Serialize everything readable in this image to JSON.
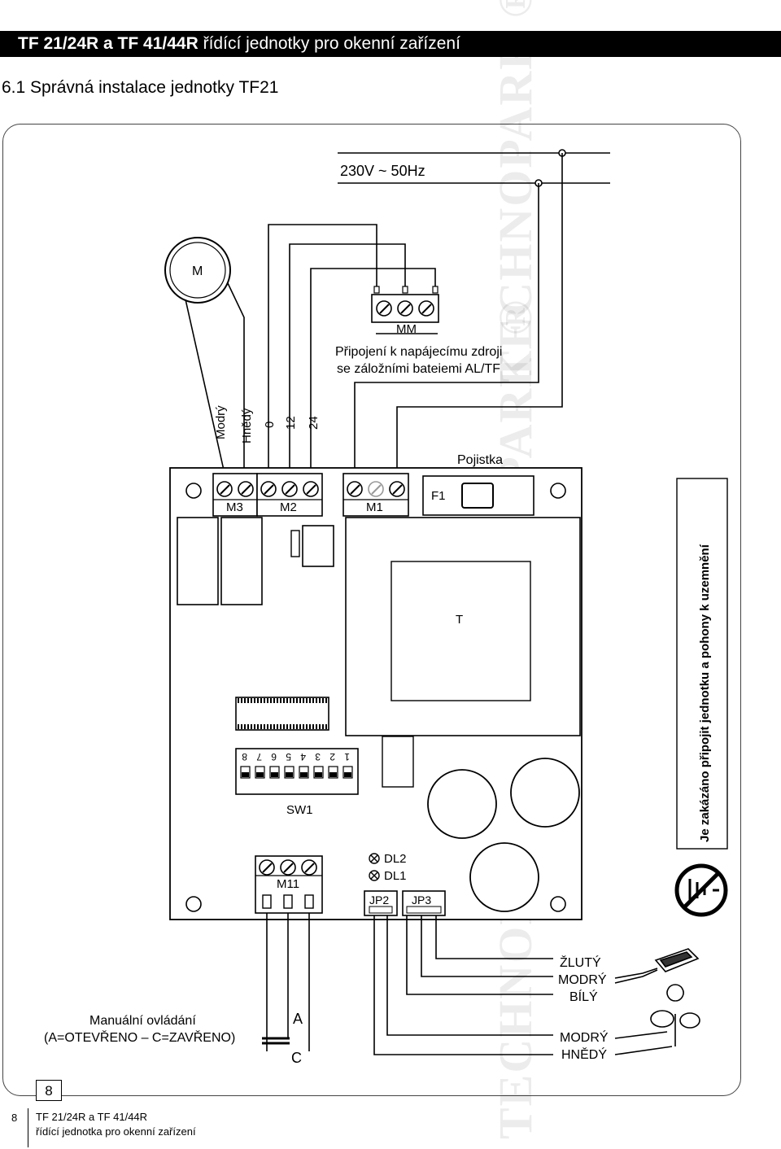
{
  "header": {
    "title_bold": "TF 21/24R a TF 41/44R",
    "title_rest": " řídící jednotky pro okenní zařízení"
  },
  "section": {
    "title": "6.1 Správná instalace jednotky TF21"
  },
  "watermark": {
    "text": "TECHNOPARK",
    "mark": "®"
  },
  "diagram": {
    "supply_label": "230V ~ 50Hz",
    "motor_label": "M",
    "mm_label": "MM",
    "supply_note_line1": "Připojení k napájecímu zdroji",
    "supply_note_line2": "se záložními bateiemi AL/TF",
    "wire_labels": [
      "Modrý",
      "Hnědý",
      "0",
      "12",
      "24"
    ],
    "fuse_title": "Pojistka",
    "m3_label": "M3",
    "m2_label": "M2",
    "m1_label": "M1",
    "f1_label": "F1",
    "t_label": "T",
    "sw1_label": "SW1",
    "dip_numbers": [
      "8",
      "7",
      "6",
      "5",
      "4",
      "3",
      "2",
      "1"
    ],
    "m11_label": "M11",
    "dl2_label": "DL2",
    "dl1_label": "DL1",
    "jp2_label": "JP2",
    "jp3_label": "JP3",
    "rain_colors": [
      "ŽLUTÝ",
      "MODRÝ",
      "BÍLÝ"
    ],
    "wind_colors": [
      "MODRÝ",
      "HNĚDÝ"
    ],
    "manual_line1": "Manuální ovládání",
    "manual_line2": "(A=OTEVŘENO – C=ZAVŘENO)",
    "switch_a": "A",
    "switch_c": "C",
    "ground_warning": "Je zakázáno připojit jednotku a pohony k uzemnění"
  },
  "page": {
    "number": "8"
  },
  "footer": {
    "page_number": "8",
    "line1": "TF 21/24R a TF 41/44R",
    "line2": "řídící jednotka pro okenní zařízení"
  }
}
